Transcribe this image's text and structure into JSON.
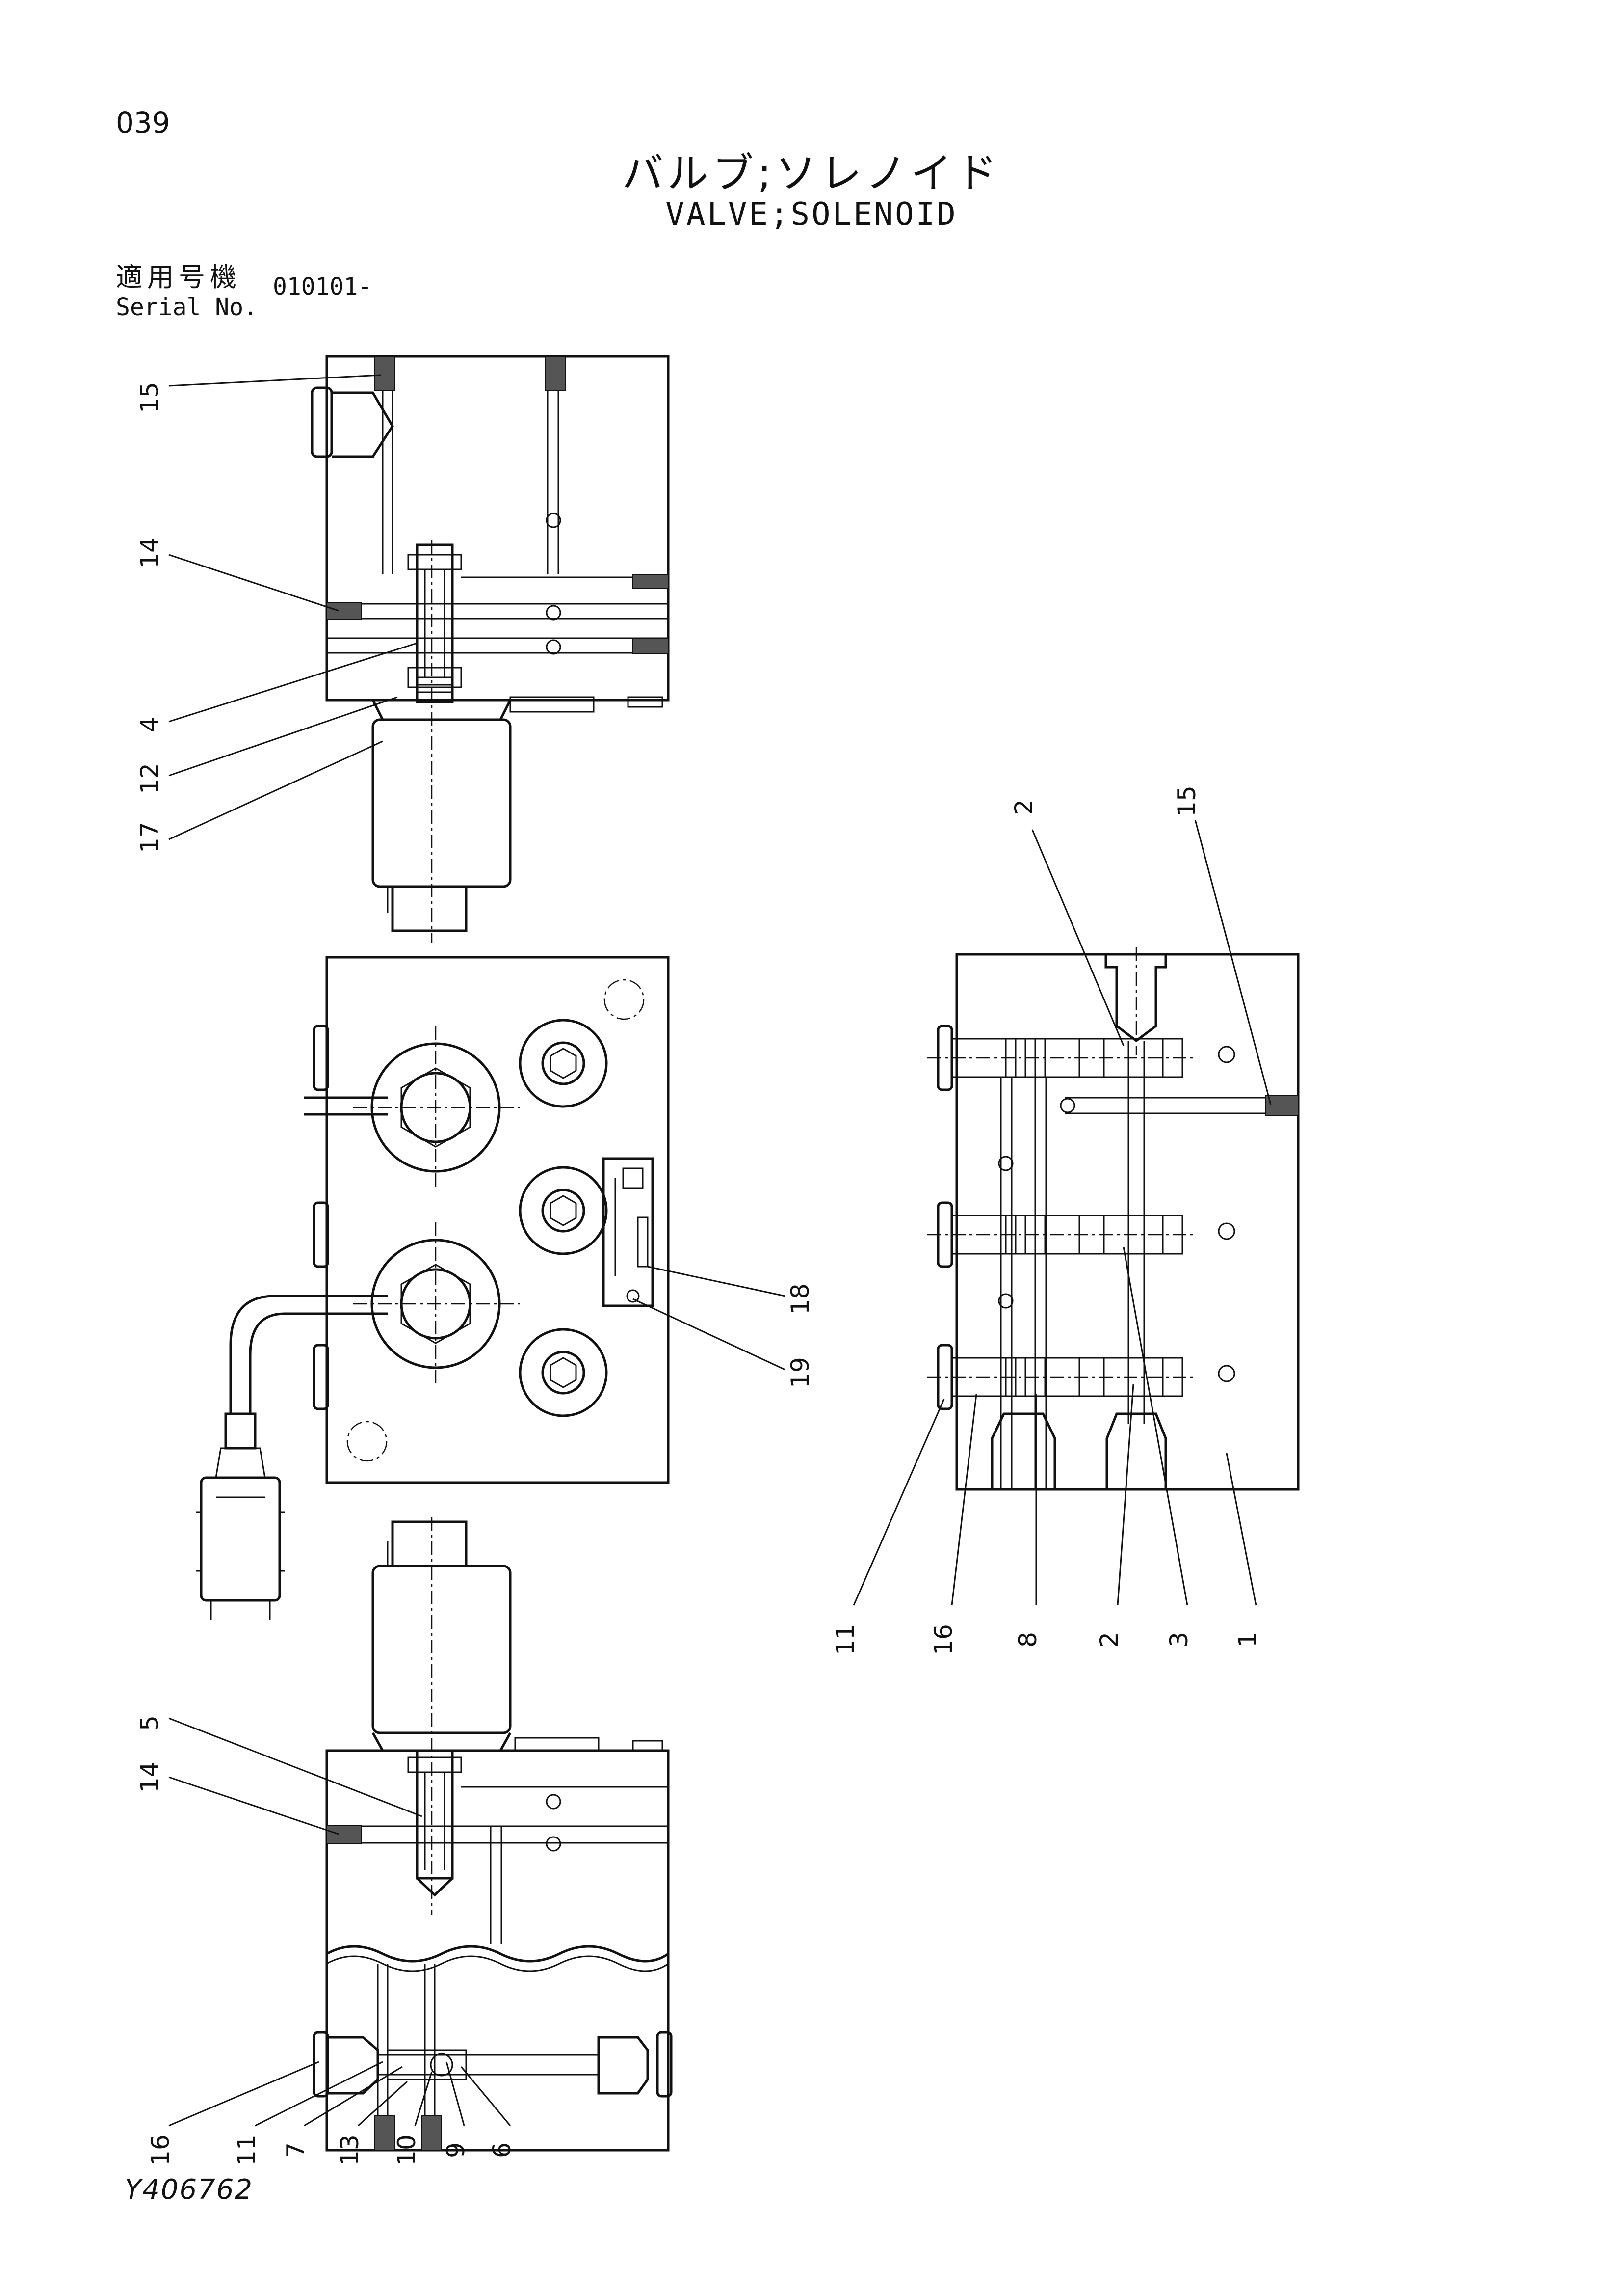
{
  "header": {
    "page_number": "039",
    "title_jp": "バルブ;ソレノイド",
    "title_en": "VALVE;SOLENOID",
    "serial_label_jp": "適用号機",
    "serial_label_en": "Serial No.",
    "serial_value": "010101-"
  },
  "footer": {
    "drawing_number": "Y406762"
  },
  "callouts": {
    "top_view": [
      "15",
      "14",
      "4",
      "12",
      "17"
    ],
    "middle_view": [
      "18",
      "19"
    ],
    "bottom_view": [
      "5",
      "14",
      "16",
      "11",
      "7",
      "13",
      "10",
      "9",
      "6"
    ],
    "right_view_top": [
      "2",
      "15"
    ],
    "right_view_bottom": [
      "11",
      "16",
      "8",
      "2",
      "3",
      "1"
    ]
  }
}
